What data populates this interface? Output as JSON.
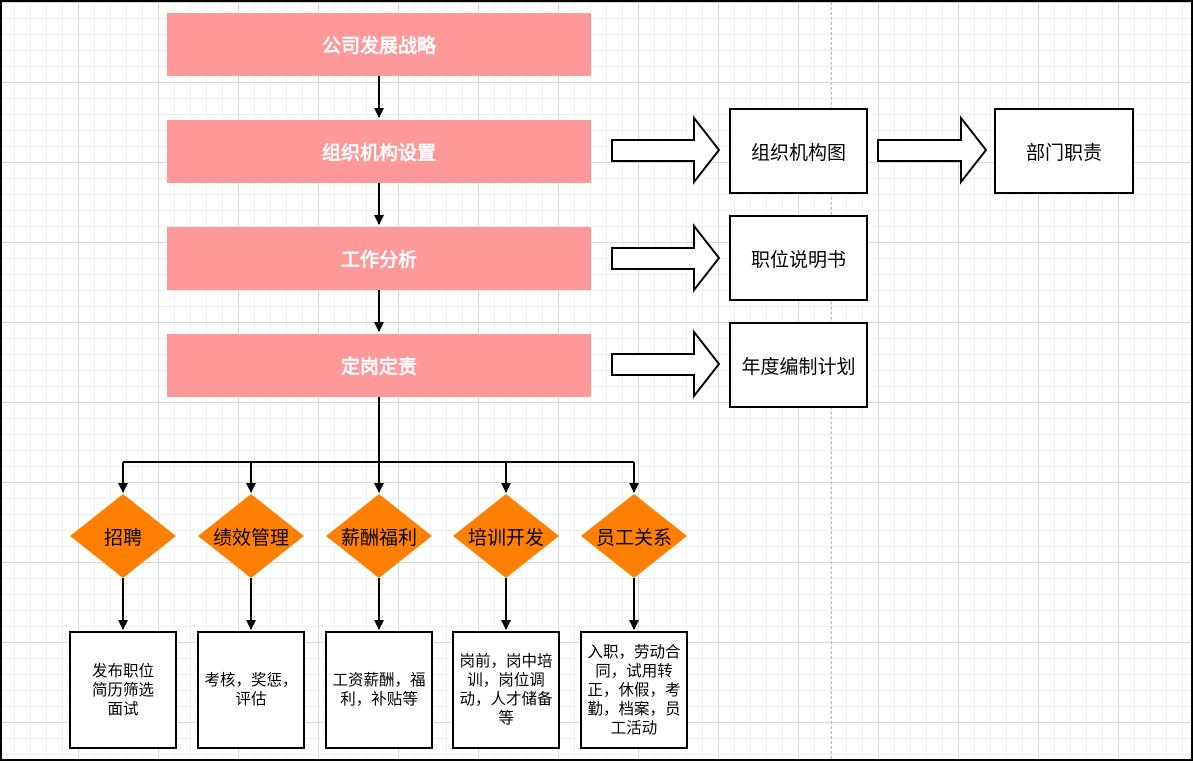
{
  "main_flow": {
    "step1": "公司发展战略",
    "step2": "组织机构设置",
    "step3": "工作分析",
    "step4": "定岗定责"
  },
  "outputs": {
    "org_chart": "组织机构图",
    "dept_duties": "部门职责",
    "job_description": "职位说明书",
    "annual_staffing_plan": "年度编制计划"
  },
  "functions": [
    {
      "label": "招聘",
      "detail": "发布职位简历筛选面试"
    },
    {
      "label": "绩效管理",
      "detail": "考核，奖惩，评估"
    },
    {
      "label": "薪酬福利",
      "detail": "工资薪酬，福利，补贴等"
    },
    {
      "label": "培训开发",
      "detail": "岗前，岗中培训，岗位调动，人才储备等"
    },
    {
      "label": "员工关系",
      "detail": "入职，劳动合同，试用转正，休假，考勤，档案，员工活动"
    }
  ],
  "colors": {
    "main_step_fill": "#ff9999",
    "diamond_fill": "#ff8000",
    "main_step_text": "#ffffff"
  }
}
